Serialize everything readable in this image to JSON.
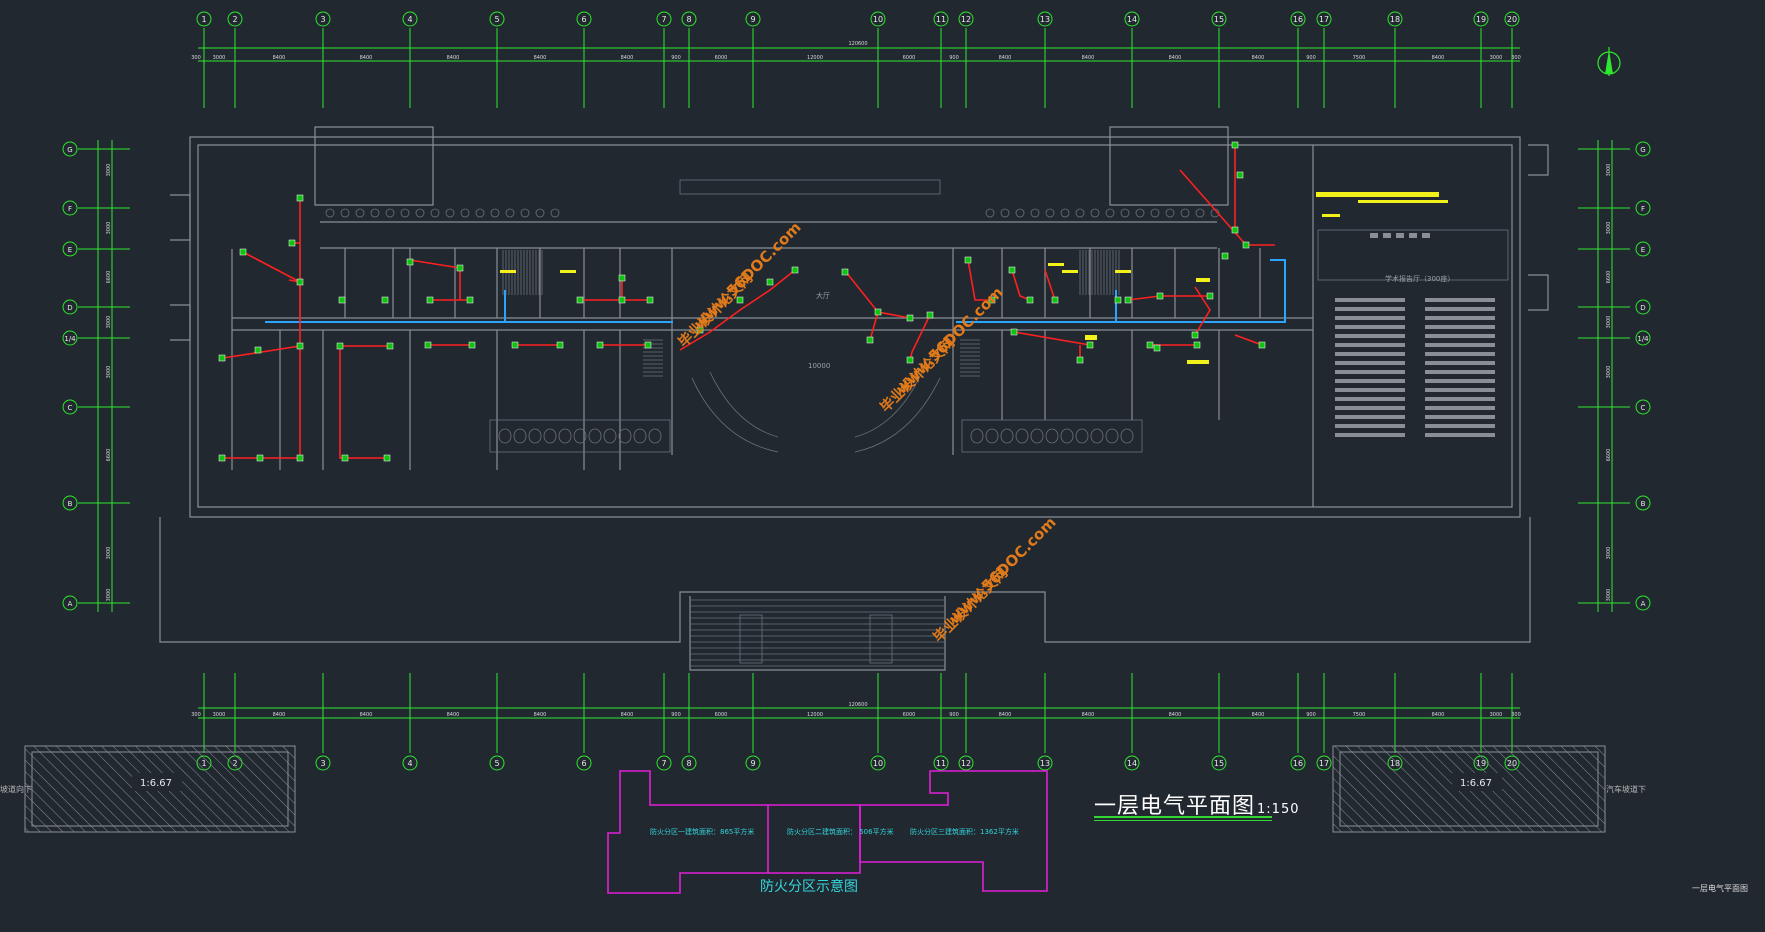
{
  "drawing": {
    "title": "一层电气平面图",
    "scale": "1:150",
    "corner_label": "一层电气平面图",
    "firezone_caption": "防火分区示意图",
    "firezones": [
      "防火分区一建筑面积：865平方米",
      "防火分区二建筑面积：\n506平方米",
      "防火分区三建筑面积：1362平方米"
    ],
    "slope_left": "1:6.67",
    "slope_right": "1:6.67",
    "ramp_left": "坡道向下",
    "ramp_right": "汽车坡道下"
  },
  "axes": {
    "columns": [
      "1",
      "2",
      "3",
      "4",
      "5",
      "6",
      "7",
      "8",
      "9",
      "10",
      "11",
      "12",
      "13",
      "14",
      "15",
      "16",
      "17",
      "18",
      "19",
      "20"
    ],
    "rows_left": [
      "G",
      "F",
      "E",
      "D",
      "1/4",
      "C",
      "B",
      "A"
    ],
    "rows_right": [
      "G",
      "F",
      "E",
      "D",
      "1/4",
      "C",
      "B",
      "A"
    ],
    "top_dims": [
      "300",
      "3000",
      "8400",
      "8400",
      "8400",
      "8400",
      "8400",
      "900",
      "6000",
      "12000",
      "6000",
      "900",
      "8400",
      "8400",
      "8400",
      "8400",
      "900",
      "7500",
      "8400",
      "3000",
      "300"
    ],
    "total_dim": "120600",
    "side_dims": [
      "3000",
      "3000",
      "6600",
      "3000",
      "3000",
      "6600",
      "3000",
      "3000"
    ]
  },
  "rooms": {
    "hall": "大厅",
    "hall_area": "10000",
    "auditorium": "学术报告厅（300座）"
  },
  "watermark": {
    "site_cn": "毕业设计论文网",
    "site_url": "www.56DOC.com"
  },
  "colors": {
    "background": "#212830",
    "wall": "#8a8f96",
    "axis": "#2ee82e",
    "circuit": "#ff2020",
    "bus": "#2aa4ff",
    "highlight": "#f2f21a",
    "firezone": "#e020d8",
    "firezone_text": "#34d6dc",
    "watermark": "#e07a1a"
  }
}
